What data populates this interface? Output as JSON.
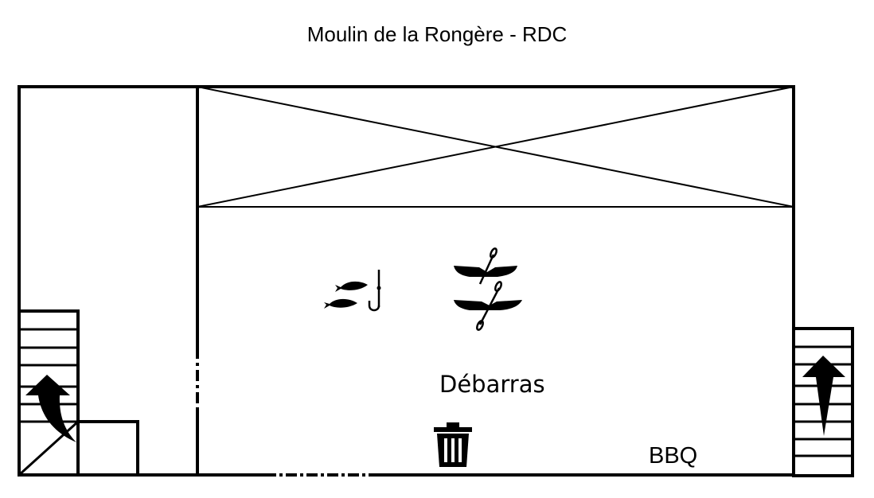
{
  "title": "Moulin de la Rongère - RDC",
  "rooms": {
    "storage_label": "Débarras",
    "bbq_label": "BBQ"
  },
  "icons": [
    "fishing-icon",
    "kayak-icon",
    "trash-icon",
    "stairs-up-arrow-icon",
    "stairs-curved-arrow-icon"
  ],
  "colors": {
    "line": "#000000",
    "background": "#ffffff"
  }
}
